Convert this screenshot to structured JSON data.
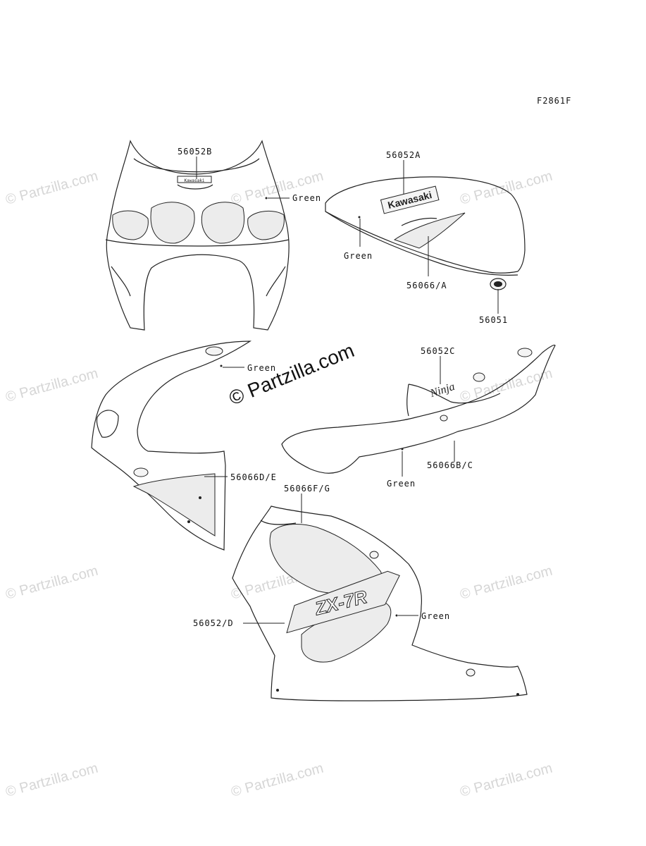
{
  "figure_code": "F2861F",
  "watermark_main": "© Partzilla.com",
  "watermark_tile": "© Partzilla.com",
  "callouts": {
    "c56052B": "56052B",
    "c56052A": "56052A",
    "green1": "Green",
    "green2": "Green",
    "c56066A": "56066/A",
    "c56051": "56051",
    "green3": "Green",
    "c56052C": "56052C",
    "c56066DE": "56066D/E",
    "c56066BC": "56066B/C",
    "green4": "Green",
    "c56066FG": "56066F/G",
    "c56052D": "56052/D",
    "green5": "Green"
  },
  "decals": {
    "tank_logo": "Kawasaki",
    "windscreen_logo": "Kawasaki",
    "tail_logo": "Ninja",
    "fairing_logo": "ZX-7R"
  }
}
